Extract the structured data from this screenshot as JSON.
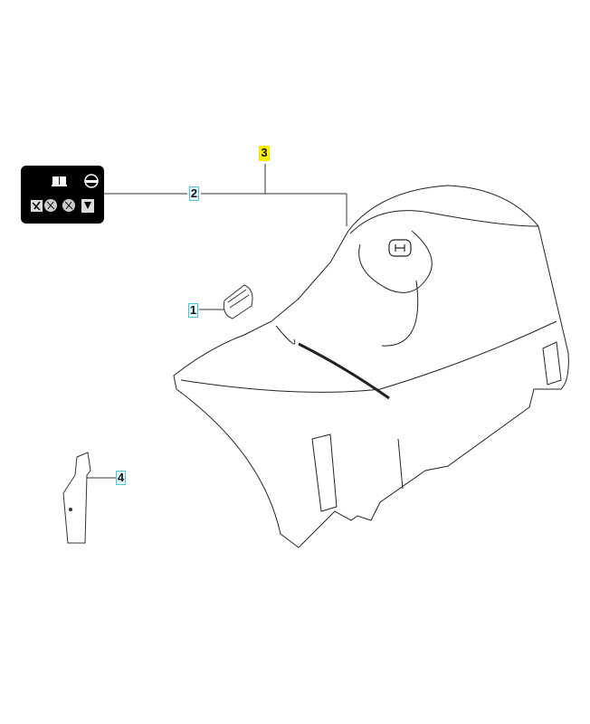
{
  "diagram": {
    "type": "exploded-parts-view",
    "subject": "cylinder cover",
    "callouts": [
      {
        "id": "1",
        "label": "1",
        "style": "cyan",
        "part": "grommet"
      },
      {
        "id": "2",
        "label": "2",
        "style": "cyan",
        "part": "decal"
      },
      {
        "id": "3",
        "label": "3",
        "style": "yellow",
        "part": "cylinder-cover"
      },
      {
        "id": "4",
        "label": "4",
        "style": "cyan",
        "part": "heat-shield"
      }
    ],
    "decal_icons": [
      "book-icon",
      "ear-protection-icon",
      "warning-icon-1",
      "warning-icon-2",
      "warning-icon-3",
      "warning-icon-4"
    ],
    "colors": {
      "callout_cyan": "#4fc3d9",
      "callout_yellow": "#fff200",
      "line": "#333333",
      "decal_bg": "#000000"
    }
  }
}
